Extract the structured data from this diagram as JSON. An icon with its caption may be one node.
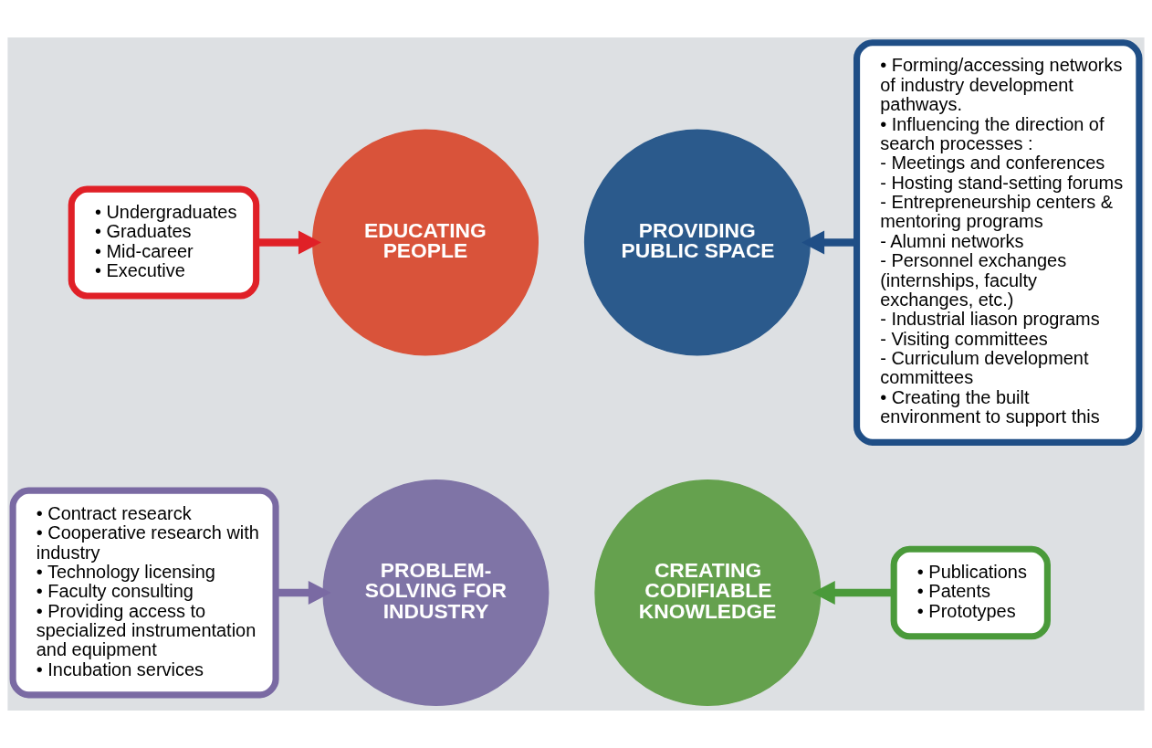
{
  "diagram": {
    "nodes": [
      {
        "text": [
          "• Undergraduates",
          "• Graduates",
          "• Mid-career",
          "• Executive"
        ]
      },
      {
        "text": [
          "EDUCATING PEOPLE"
        ]
      },
      {
        "text": [
          "PROVIDING PUBLIC SPACE"
        ]
      },
      {
        "text": [
          "• Forming/accessing networks of industry development pathways.",
          "• Influencing the direction of search processes :",
          "- Meetings and conferences",
          "- Hosting stand-setting forums",
          "- Entrepreneurship centers & mentoring programs",
          "- Alumni networks",
          "- Personnel exchanges (internships, faculty exchanges, etc.)",
          "- Industrial liason programs",
          "- Visiting committees",
          "- Curriculum development committees",
          "• Creating the built environment to support this"
        ]
      },
      {
        "text": [
          "• Contract researck",
          "• Cooperative research with industry",
          "• Technology licensing",
          "• Faculty consulting",
          "• Providing access to specialized instrumentation and equipment",
          "• Incubation services"
        ]
      },
      {
        "text": [
          "PROBLEM-SOLVING FOR INDUSTRY"
        ]
      },
      {
        "text": [
          "CREATING CODIFIABLE KNOWLEDGE"
        ]
      },
      {
        "text": [
          "• Publications",
          "• Patents",
          "• Prototypes"
        ]
      }
    ],
    "edges": [
      {
        "from": 0,
        "to": 1,
        "arrow": "to",
        "color": "#e02027"
      },
      {
        "from": 3,
        "to": 2,
        "arrow": "to",
        "color": "#1f4e86"
      },
      {
        "from": 4,
        "to": 5,
        "arrow": "to",
        "color": "#7a6aa3"
      },
      {
        "from": 7,
        "to": 6,
        "arrow": "to",
        "color": "#4a9a3a"
      }
    ]
  }
}
